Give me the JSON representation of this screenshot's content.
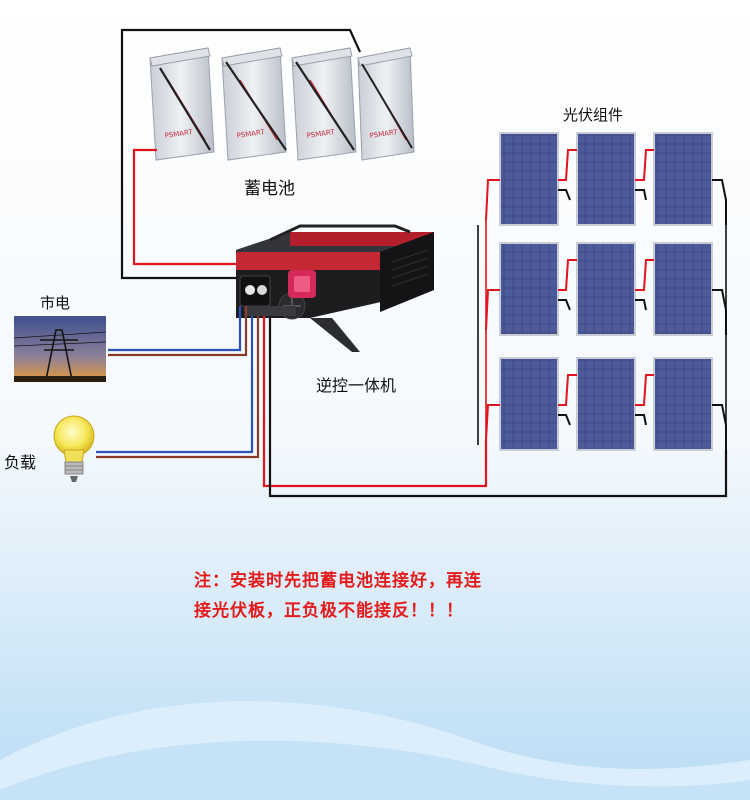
{
  "labels": {
    "battery": "蓄电池",
    "pv": "光伏组件",
    "grid": "市电",
    "inverter": "逆控一体机",
    "load": "负载"
  },
  "battery_brand": "PSMART",
  "note": {
    "line1": "注：安装时先把蓄电池连接好，再连",
    "line2": "接光伏板，正负极不能接反！！！"
  },
  "colors": {
    "positive_wire": "#e0141e",
    "negative_wire": "#111111",
    "ac_wire_blue": "#2a52b8",
    "ac_wire_brown": "#8a3a2a",
    "note_text": "#e41b1b",
    "background_top": "#ffffff",
    "background_bottom": "#b9dcf4"
  },
  "icons": [
    "battery-icon",
    "inverter-icon",
    "solar-panel-icon",
    "power-tower-icon",
    "light-bulb-icon"
  ]
}
